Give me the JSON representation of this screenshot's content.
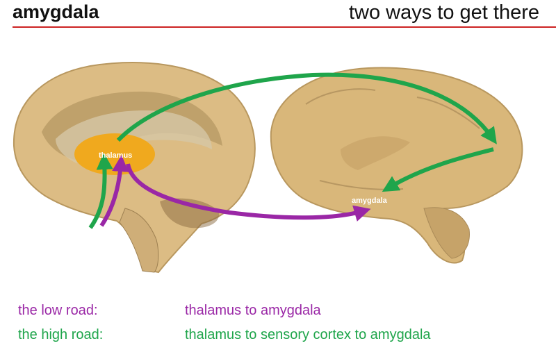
{
  "header": {
    "title": "amygdala",
    "subtitle": "two ways to get there"
  },
  "diagram": {
    "thalamus_label": "thalamus",
    "amygdala_label": "amygdala"
  },
  "legend": {
    "low_key": "the low road:",
    "low_value": "thalamus to amygdala",
    "high_key": "the high road:",
    "high_value": "thalamus to sensory cortex to amygdala"
  },
  "colors": {
    "low_road": "#9a27a6",
    "high_road": "#1fa54b",
    "rule": "#cc2222",
    "brain": "#d9b77a",
    "thalamus": "#f0a91e"
  }
}
